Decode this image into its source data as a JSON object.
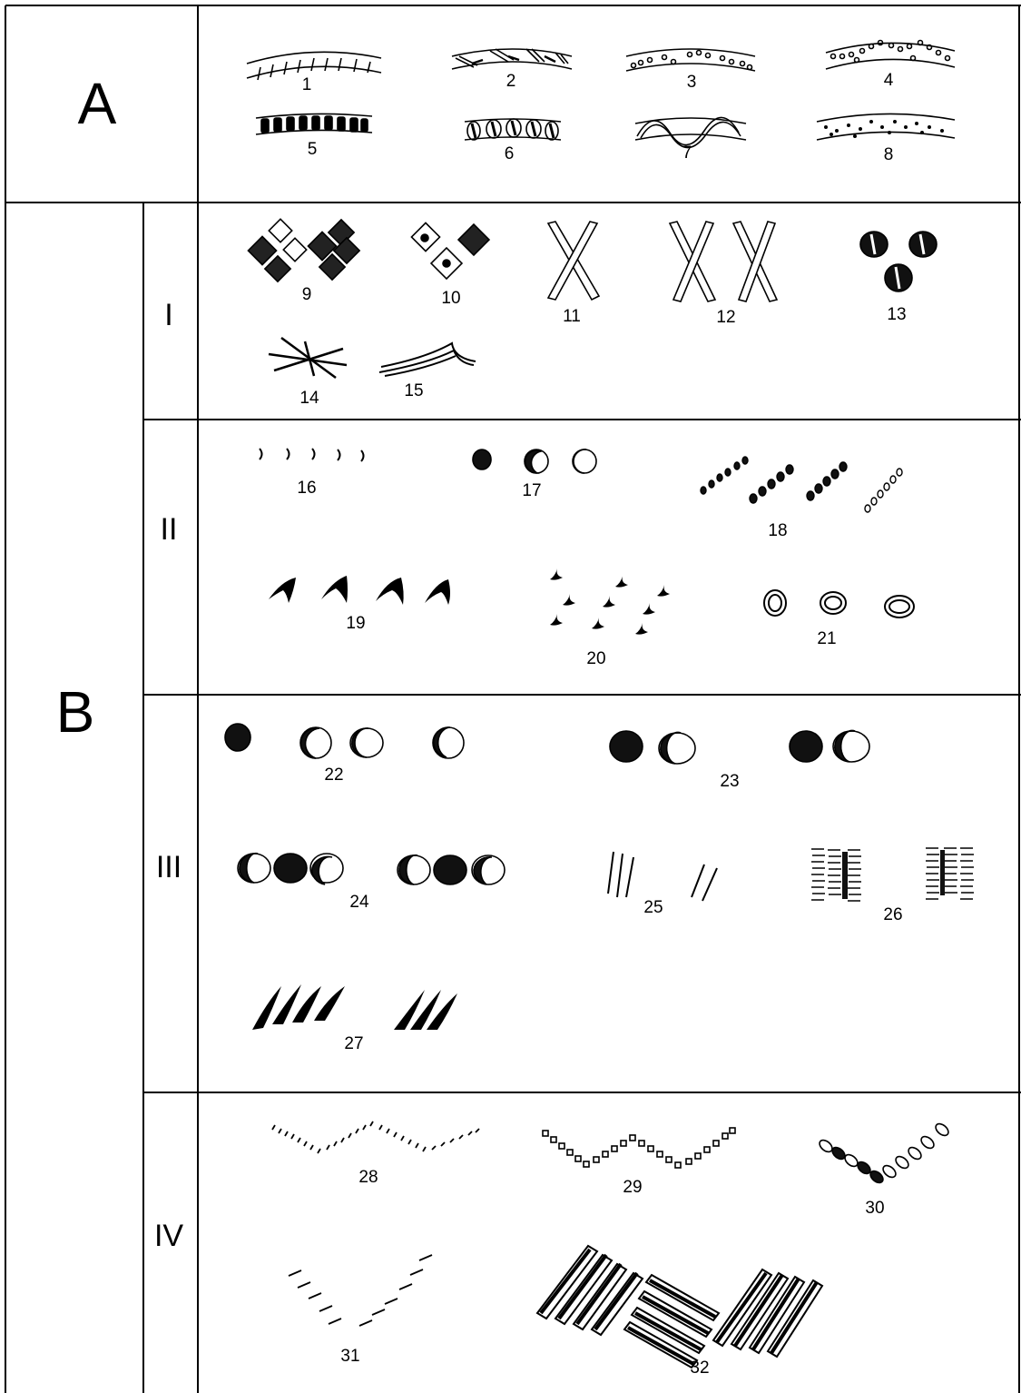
{
  "section_labels": {
    "a": "A",
    "b": "B"
  },
  "subsection_labels": {
    "i": "I",
    "ii": "II",
    "iii": "III",
    "iv": "IV"
  },
  "motif_numbers": [
    "1",
    "2",
    "3",
    "4",
    "5",
    "6",
    "7",
    "8",
    "9",
    "10",
    "11",
    "12",
    "13",
    "14",
    "15",
    "16",
    "17",
    "18",
    "19",
    "20",
    "21",
    "22",
    "23",
    "24",
    "25",
    "26",
    "27",
    "28",
    "29",
    "30",
    "31",
    "32"
  ]
}
